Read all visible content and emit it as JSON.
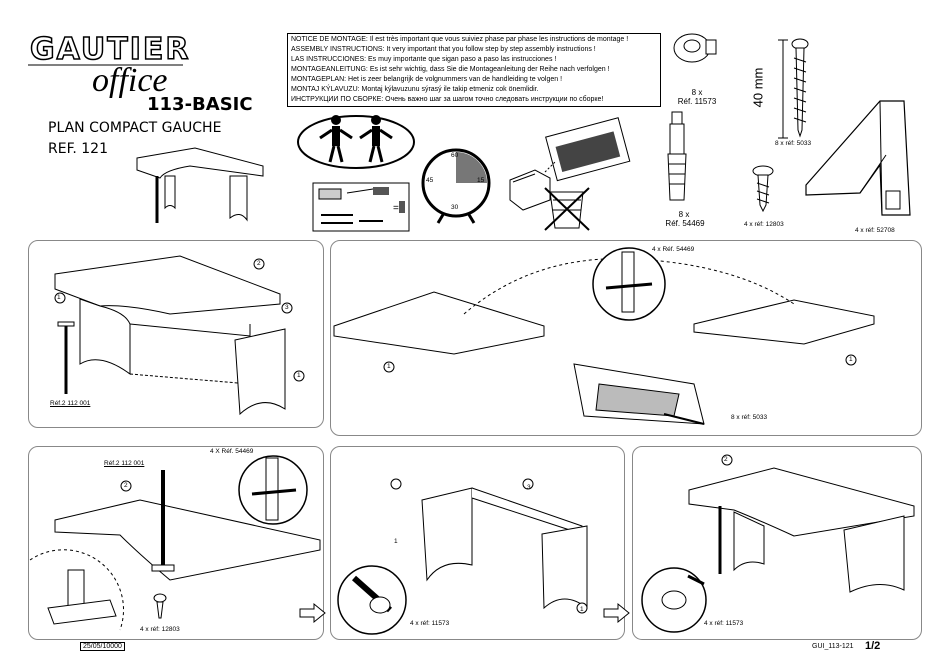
{
  "brand": {
    "name": "GAUTIER",
    "line": "office"
  },
  "header": {
    "model": "113-BASIC",
    "title": "PLAN COMPACT GAUCHE",
    "ref": "REF. 121"
  },
  "notice": [
    "NOTICE DE MONTAGE: Il est très important que vous suiviez phase par phase les instructions de montage !",
    "ASSEMBLY INSTRUCTIONS: It very important that you follow step by step assembly instructions !",
    "LAS INSTRUCCIONES: Es muy importante que sigan paso a paso las instrucciones !",
    "MONTAGEANLEITUNG: Es ist sehr wichtig, dass Sie die Montageanleitung der Reihe nach verfolgen !",
    "MONTAGEPLAN: Het is zeer belangrijk de volgnummers van de handleiding te volgen !",
    "MONTAJ KÝLAVUZU: Montaj kýlavuzunu sýrasý ile takip etmeniz cok önemlidir.",
    "ИНСТРУКЦИИ ПО СБОРКЕ: Очень важно шаг за шагом точно следовать инструкции по сборке!"
  ],
  "clock": {
    "ticks": [
      "60",
      "15",
      "30",
      "45"
    ]
  },
  "hardware": [
    {
      "qty": "8 x",
      "ref": "Réf. 11573"
    },
    {
      "qty": "8 x",
      "ref": "Réf. 54469"
    },
    {
      "label": "8 x réf: 5033"
    },
    {
      "label": "4 x réf: 12803"
    },
    {
      "label": "4 x réf: 52708"
    },
    {
      "dim": "40 mm"
    }
  ],
  "steps": {
    "s1": {
      "leg_ref": "Réf.2 112 001"
    },
    "s2": {
      "callout": "4 x Réf. 54469",
      "screws": "8 x réf: 5033"
    },
    "s3": {
      "leg_ref": "Réf.2 112 001",
      "callout": "4 X Réf. 54469",
      "screws": "4 x réf: 12803"
    },
    "s4": {
      "cams": "4 x réf: 11573"
    },
    "s5": {
      "cams": "4 x réf: 11573"
    }
  },
  "parts": {
    "p1": "1",
    "p2": "2",
    "p3": "3"
  },
  "footer": {
    "date": "25/05/10000",
    "code": "GUI_113-121",
    "page": "1/2"
  }
}
